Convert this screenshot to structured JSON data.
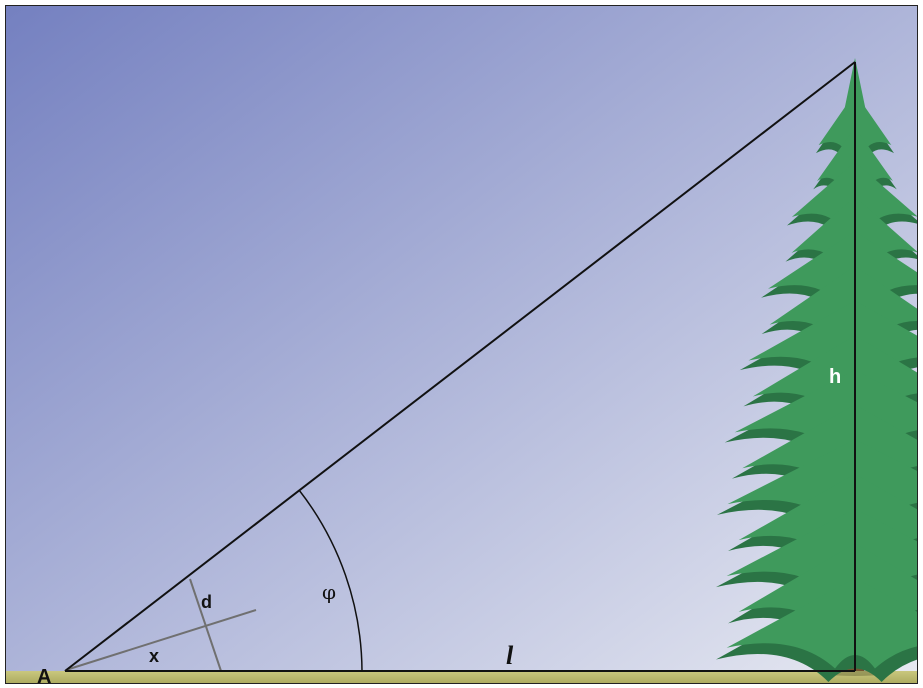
{
  "colors": {
    "sky_top_left": "#7480c0",
    "sky_bottom_right": "#e8eaf2",
    "ground": "#b7b66a",
    "triangle_line": "#111111",
    "helper_line": "#707070",
    "tree_foliage": "#3f9a5c",
    "tree_foliage_dark": "#2b7445",
    "tree_trunk": "#7a3a22",
    "frame": "#222222"
  },
  "labels": {
    "vertex_a": "A",
    "height": "h",
    "distance": "l",
    "angle_phi": "φ",
    "angle_x": "x",
    "segment_d": "d"
  },
  "icons": {
    "tree": "conifer-tree-icon"
  }
}
